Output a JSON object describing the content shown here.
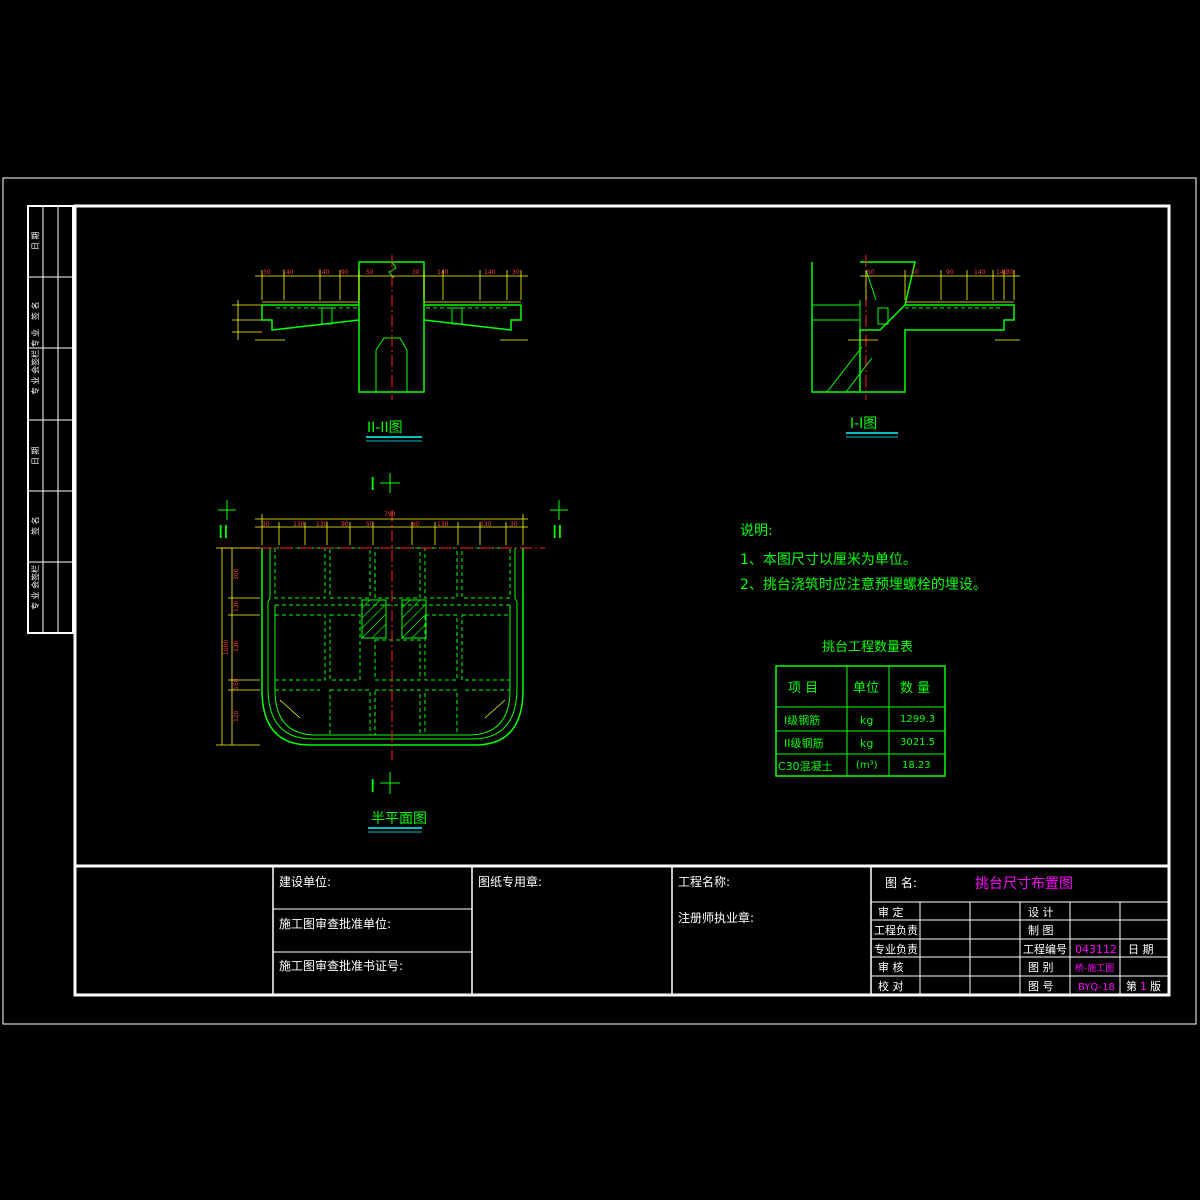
{
  "colors": {
    "background": "#000000",
    "frame": "#ffffff",
    "drawing": "#00ff00",
    "dimension": "#ffff00",
    "center_line": "#ff2020",
    "title_accent": "#ff00ff",
    "underline": "#00ffff"
  },
  "views": {
    "section_2_title": "II-II图",
    "section_1_title": "I-I图",
    "plan_title": "半平面图",
    "cut_mark_I": "I",
    "cut_mark_II": "II"
  },
  "dimensions": {
    "top_overall": "790",
    "sec2_top": [
      "30",
      "140",
      "140",
      "90",
      "50",
      "30",
      "140",
      "140",
      "30"
    ],
    "sec1_top": [
      "50",
      "50",
      "90",
      "140",
      "140",
      "30"
    ],
    "plan_top": [
      "30",
      "130",
      "130",
      "90",
      "50",
      "90",
      "130",
      "130",
      "30"
    ],
    "plan_left": [
      "300",
      "120",
      "120",
      "150",
      "120"
    ],
    "plan_left_total": "1000"
  },
  "notes": {
    "heading": "说明:",
    "items": [
      "1、本图尺寸以厘米为单位。",
      "2、挑台浇筑时应注意预埋螺栓的埋设。"
    ]
  },
  "quantity_table": {
    "title": "挑台工程数量表",
    "headers": [
      "项 目",
      "单位",
      "数 量"
    ],
    "rows": [
      [
        "I级钢筋",
        "kg",
        "1299.3"
      ],
      [
        "II级钢筋",
        "kg",
        "3021.5"
      ],
      [
        "C30混凝土",
        "(m³)",
        "18.23"
      ]
    ]
  },
  "left_strip": {
    "labels": [
      "日 期",
      "签 名",
      "专 业\n会签栏\n专 业",
      "日 期",
      "签 名",
      "专 业\n会签栏"
    ]
  },
  "title_block": {
    "construction_unit": "建设单位:",
    "review_unit": "施工图审查批准单位:",
    "review_cert": "施工图审查批准书证号:",
    "stamp_label": "图纸专用章:",
    "project_name": "工程名称:",
    "reg_stamp": "注册师执业章:",
    "drawing_name_label": "图 名:",
    "drawing_name": "挑台尺寸布置图",
    "approve": "审 定",
    "project_lead": "工程负责",
    "discipline_lead": "专业负责",
    "review": "审 核",
    "proof": "校 对",
    "design": "设 计",
    "draft": "制 图",
    "project_no_label": "工程编号",
    "project_no": "043112",
    "date_label": "日 期",
    "category_label": "图 别",
    "category": "桥-施工图",
    "drawing_no_label": "图 号",
    "drawing_no": "BYQ-18",
    "edition_prefix": "第",
    "edition": "1",
    "edition_suffix": "版"
  }
}
